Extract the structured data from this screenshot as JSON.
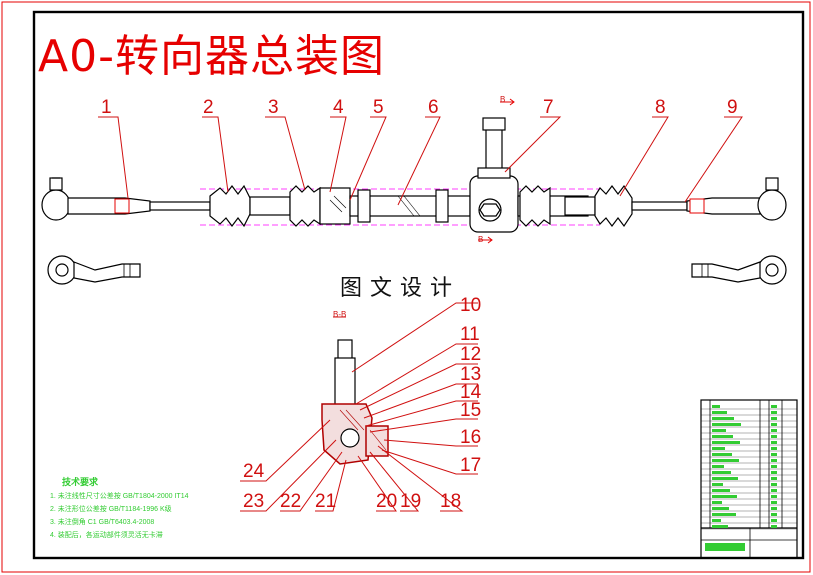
{
  "drawing": {
    "title": "A0-转向器总装图",
    "watermark": "图文设计"
  },
  "callouts_top": [
    "1",
    "2",
    "3",
    "4",
    "5",
    "6",
    "7",
    "8",
    "9"
  ],
  "callouts_section": [
    "10",
    "11",
    "12",
    "13",
    "14",
    "15",
    "16",
    "17",
    "18",
    "19",
    "20",
    "21",
    "22",
    "23",
    "24"
  ],
  "section_marker": "B-B",
  "view_marker": "B",
  "tech_notes": {
    "title": "技术要求",
    "lines": [
      "1. 未注线性尺寸公差按 GB/T1804-2000 IT14",
      "2. 未注形位公差按 GB/T1184-1996 K级",
      "3. 未注倒角 C1 GB/T6403.4-2008",
      "4. 装配后，各运动部件须灵活无卡滞"
    ]
  },
  "colors": {
    "frame": "#e60000",
    "callout": "#d01010",
    "centerline": "#ff00ff",
    "notes": "#33cc33",
    "table": "#33cc33"
  }
}
